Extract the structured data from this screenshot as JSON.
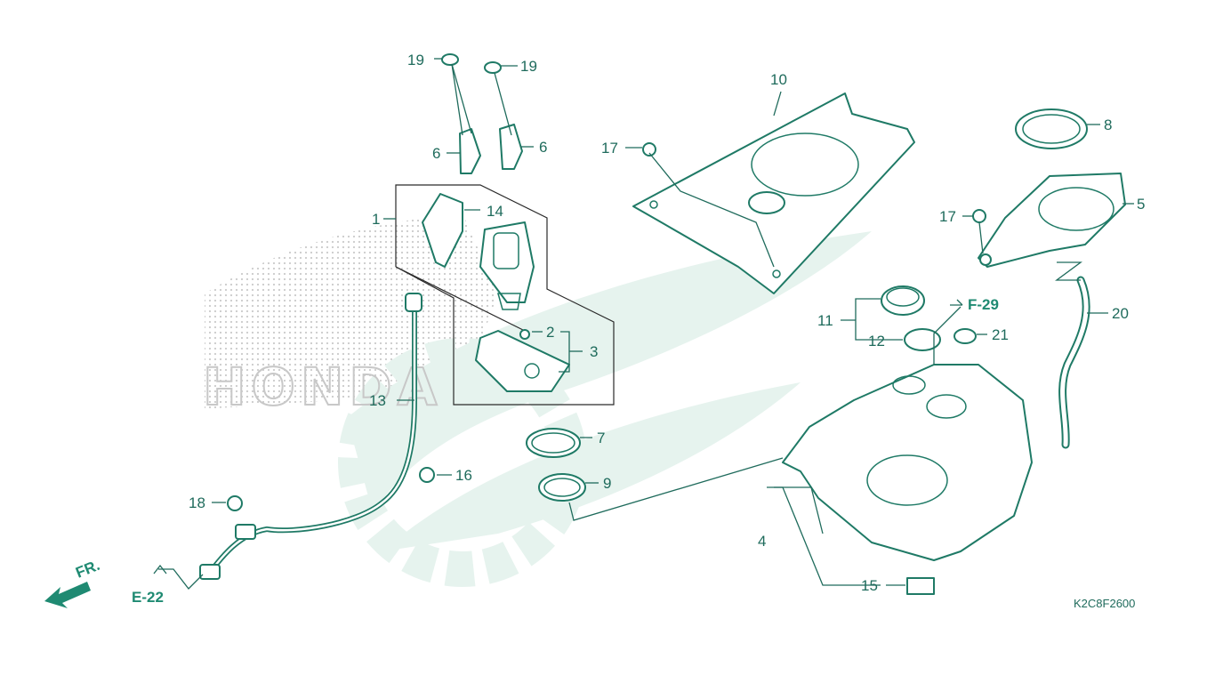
{
  "diagram": {
    "watermark_text": "HONDA",
    "drawing_code": "K2C8F2600",
    "direction_label": "FR.",
    "references": {
      "e22": "E-22",
      "f29": "F-29"
    },
    "callouts": {
      "c1": "1",
      "c2": "2",
      "c3": "3",
      "c4": "4",
      "c5": "5",
      "c6a": "6",
      "c6b": "6",
      "c7": "7",
      "c8": "8",
      "c9": "9",
      "c10": "10",
      "c11": "11",
      "c12": "12",
      "c13": "13",
      "c14": "14",
      "c15": "15",
      "c16": "16",
      "c17a": "17",
      "c17b": "17",
      "c18": "18",
      "c19a": "19",
      "c19b": "19",
      "c20": "20",
      "c21": "21"
    },
    "colors": {
      "line": "#1f7a66",
      "label": "#1f6b5c",
      "watermark_wing": "#e3f2ec",
      "watermark_dots": "#c8c8c8"
    },
    "icons": {
      "direction": "arrow-front-icon"
    }
  }
}
